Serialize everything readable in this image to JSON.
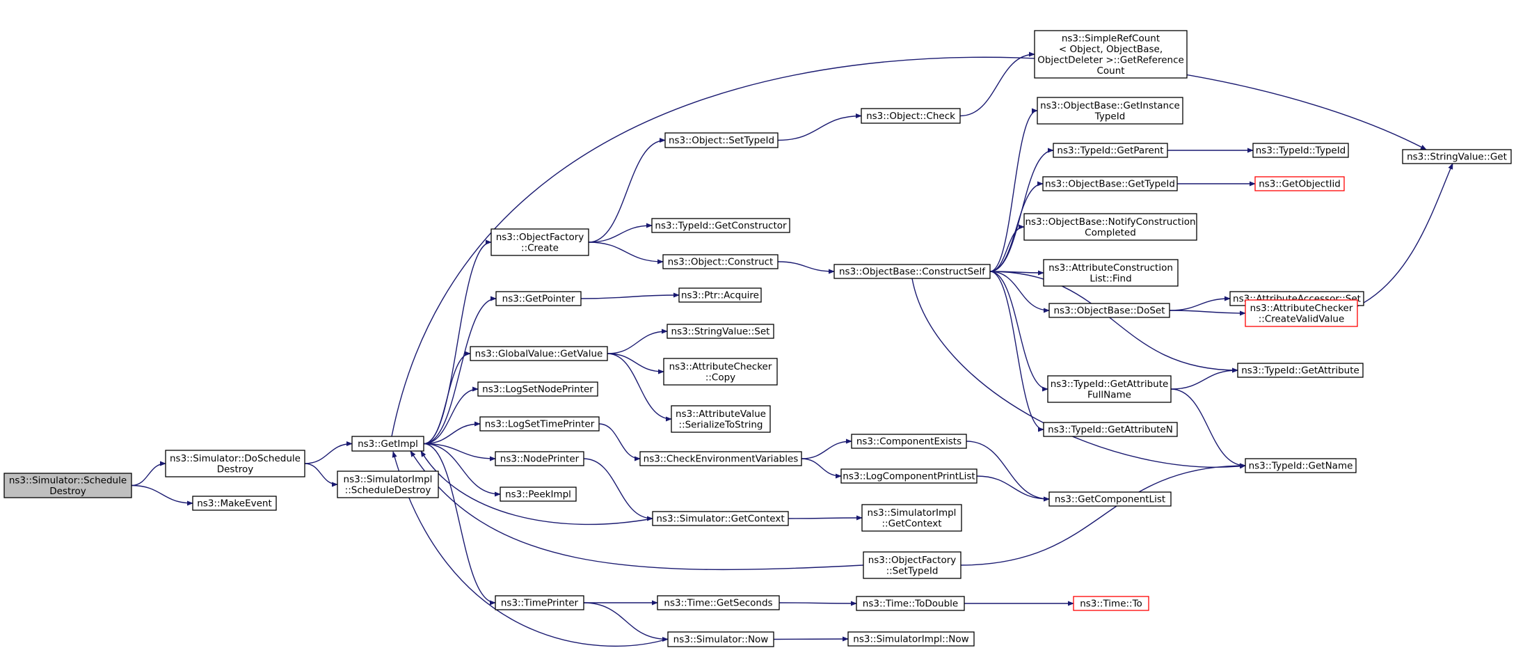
{
  "colors": {
    "edge": "#191970",
    "node_border": "#000000",
    "node_fill": "#ffffff",
    "root_fill": "#bfbfbf",
    "truncated_border": "#ff0000"
  },
  "nodes": [
    {
      "id": "n0",
      "lines": [
        "ns3::Simulator::Schedule",
        "Destroy"
      ],
      "root": true
    },
    {
      "id": "n1",
      "lines": [
        "ns3::Simulator::DoSchedule",
        "Destroy"
      ]
    },
    {
      "id": "n2",
      "lines": [
        "ns3::MakeEvent"
      ]
    },
    {
      "id": "n3",
      "lines": [
        "ns3::GetImpl"
      ]
    },
    {
      "id": "n4",
      "lines": [
        "ns3::SimulatorImpl",
        "::ScheduleDestroy"
      ]
    },
    {
      "id": "n5",
      "lines": [
        "ns3::ObjectFactory",
        "::Create"
      ]
    },
    {
      "id": "n6",
      "lines": [
        "ns3::GetPointer"
      ]
    },
    {
      "id": "n7",
      "lines": [
        "ns3::GlobalValue::GetValue"
      ]
    },
    {
      "id": "n8",
      "lines": [
        "ns3::LogSetNodePrinter"
      ]
    },
    {
      "id": "n9",
      "lines": [
        "ns3::LogSetTimePrinter"
      ]
    },
    {
      "id": "n10",
      "lines": [
        "ns3::NodePrinter"
      ]
    },
    {
      "id": "n11",
      "lines": [
        "ns3::PeekImpl"
      ]
    },
    {
      "id": "n12",
      "lines": [
        "ns3::TimePrinter"
      ]
    },
    {
      "id": "n13",
      "lines": [
        "ns3::Object::SetTypeId"
      ]
    },
    {
      "id": "n14",
      "lines": [
        "ns3::TypeId::GetConstructor"
      ]
    },
    {
      "id": "n15",
      "lines": [
        "ns3::Object::Construct"
      ]
    },
    {
      "id": "n16",
      "lines": [
        "ns3::Ptr::Acquire"
      ]
    },
    {
      "id": "n17",
      "lines": [
        "ns3::StringValue::Set"
      ]
    },
    {
      "id": "n18",
      "lines": [
        "ns3::AttributeChecker",
        "::Copy"
      ]
    },
    {
      "id": "n19",
      "lines": [
        "ns3::AttributeValue",
        "::SerializeToString"
      ]
    },
    {
      "id": "n20",
      "lines": [
        "ns3::CheckEnvironmentVariables"
      ]
    },
    {
      "id": "n21",
      "lines": [
        "ns3::Simulator::GetContext"
      ]
    },
    {
      "id": "n22",
      "lines": [
        "ns3::Time::GetSeconds"
      ]
    },
    {
      "id": "n23",
      "lines": [
        "ns3::Simulator::Now"
      ]
    },
    {
      "id": "n24",
      "lines": [
        "ns3::Object::Check"
      ]
    },
    {
      "id": "n25",
      "lines": [
        "ns3::SimpleRefCount",
        "< Object, ObjectBase,",
        " ObjectDeleter >::GetReference",
        "Count"
      ]
    },
    {
      "id": "n26",
      "lines": [
        "ns3::ObjectBase::ConstructSelf"
      ]
    },
    {
      "id": "n27",
      "lines": [
        "ns3::ComponentExists"
      ]
    },
    {
      "id": "n28",
      "lines": [
        "ns3::LogComponentPrintList"
      ]
    },
    {
      "id": "n29",
      "lines": [
        "ns3::SimulatorImpl",
        "::GetContext"
      ]
    },
    {
      "id": "n30",
      "lines": [
        "ns3::ObjectFactory",
        "::SetTypeId"
      ]
    },
    {
      "id": "n31",
      "lines": [
        "ns3::Time::ToDouble"
      ]
    },
    {
      "id": "n32",
      "lines": [
        "ns3::SimulatorImpl::Now"
      ]
    },
    {
      "id": "n33",
      "lines": [
        "ns3::ObjectBase::GetInstance",
        "TypeId"
      ]
    },
    {
      "id": "n34",
      "lines": [
        "ns3::TypeId::GetParent"
      ]
    },
    {
      "id": "n35",
      "lines": [
        "ns3::ObjectBase::GetTypeId"
      ]
    },
    {
      "id": "n36",
      "lines": [
        "ns3::ObjectBase::NotifyConstruction",
        "Completed"
      ]
    },
    {
      "id": "n37",
      "lines": [
        "ns3::AttributeConstruction",
        "List::Find"
      ]
    },
    {
      "id": "n38",
      "lines": [
        "ns3::ObjectBase::DoSet"
      ]
    },
    {
      "id": "n39",
      "lines": [
        "ns3::TypeId::GetAttribute",
        "FullName"
      ]
    },
    {
      "id": "n40",
      "lines": [
        "ns3::TypeId::GetAttributeN"
      ]
    },
    {
      "id": "n41",
      "lines": [
        "ns3::GetComponentList"
      ]
    },
    {
      "id": "n42",
      "lines": [
        "ns3::Time::To"
      ],
      "truncated": true
    },
    {
      "id": "n43",
      "lines": [
        "ns3::TypeId::TypeId"
      ]
    },
    {
      "id": "n44",
      "lines": [
        "ns3::GetObjectIid"
      ],
      "truncated": true
    },
    {
      "id": "n45",
      "lines": [
        "ns3::AttributeAccessor::Set"
      ]
    },
    {
      "id": "n46",
      "lines": [
        "ns3::AttributeChecker",
        "::CreateValidValue"
      ],
      "truncated": true
    },
    {
      "id": "n47",
      "lines": [
        "ns3::TypeId::GetAttribute"
      ]
    },
    {
      "id": "n48",
      "lines": [
        "ns3::TypeId::GetName"
      ]
    },
    {
      "id": "n49",
      "lines": [
        "ns3::StringValue::Get"
      ]
    }
  ],
  "edges": [
    [
      "n0",
      "n1"
    ],
    [
      "n0",
      "n2"
    ],
    [
      "n1",
      "n3"
    ],
    [
      "n1",
      "n4"
    ],
    [
      "n3",
      "n5"
    ],
    [
      "n3",
      "n6"
    ],
    [
      "n3",
      "n7"
    ],
    [
      "n3",
      "n8"
    ],
    [
      "n3",
      "n9"
    ],
    [
      "n3",
      "n10"
    ],
    [
      "n3",
      "n11"
    ],
    [
      "n3",
      "n12"
    ],
    [
      "n3",
      "n49"
    ],
    [
      "n5",
      "n13"
    ],
    [
      "n5",
      "n14"
    ],
    [
      "n5",
      "n15"
    ],
    [
      "n6",
      "n16"
    ],
    [
      "n7",
      "n17"
    ],
    [
      "n7",
      "n18"
    ],
    [
      "n7",
      "n19"
    ],
    [
      "n9",
      "n20"
    ],
    [
      "n10",
      "n21"
    ],
    [
      "n12",
      "n22"
    ],
    [
      "n12",
      "n23"
    ],
    [
      "n13",
      "n24"
    ],
    [
      "n24",
      "n25"
    ],
    [
      "n15",
      "n26"
    ],
    [
      "n20",
      "n27"
    ],
    [
      "n20",
      "n28"
    ],
    [
      "n21",
      "n3"
    ],
    [
      "n21",
      "n29"
    ],
    [
      "n22",
      "n31"
    ],
    [
      "n31",
      "n42"
    ],
    [
      "n23",
      "n3"
    ],
    [
      "n23",
      "n32"
    ],
    [
      "n26",
      "n33"
    ],
    [
      "n26",
      "n34"
    ],
    [
      "n26",
      "n35"
    ],
    [
      "n26",
      "n36"
    ],
    [
      "n26",
      "n37"
    ],
    [
      "n26",
      "n38"
    ],
    [
      "n26",
      "n39"
    ],
    [
      "n26",
      "n40"
    ],
    [
      "n26",
      "n47"
    ],
    [
      "n26",
      "n48"
    ],
    [
      "n34",
      "n43"
    ],
    [
      "n35",
      "n44"
    ],
    [
      "n38",
      "n45"
    ],
    [
      "n38",
      "n46"
    ],
    [
      "n46",
      "n49"
    ],
    [
      "n39",
      "n47"
    ],
    [
      "n39",
      "n48"
    ],
    [
      "n27",
      "n41"
    ],
    [
      "n28",
      "n41"
    ],
    [
      "n30",
      "n3"
    ],
    [
      "n30",
      "n48"
    ]
  ]
}
